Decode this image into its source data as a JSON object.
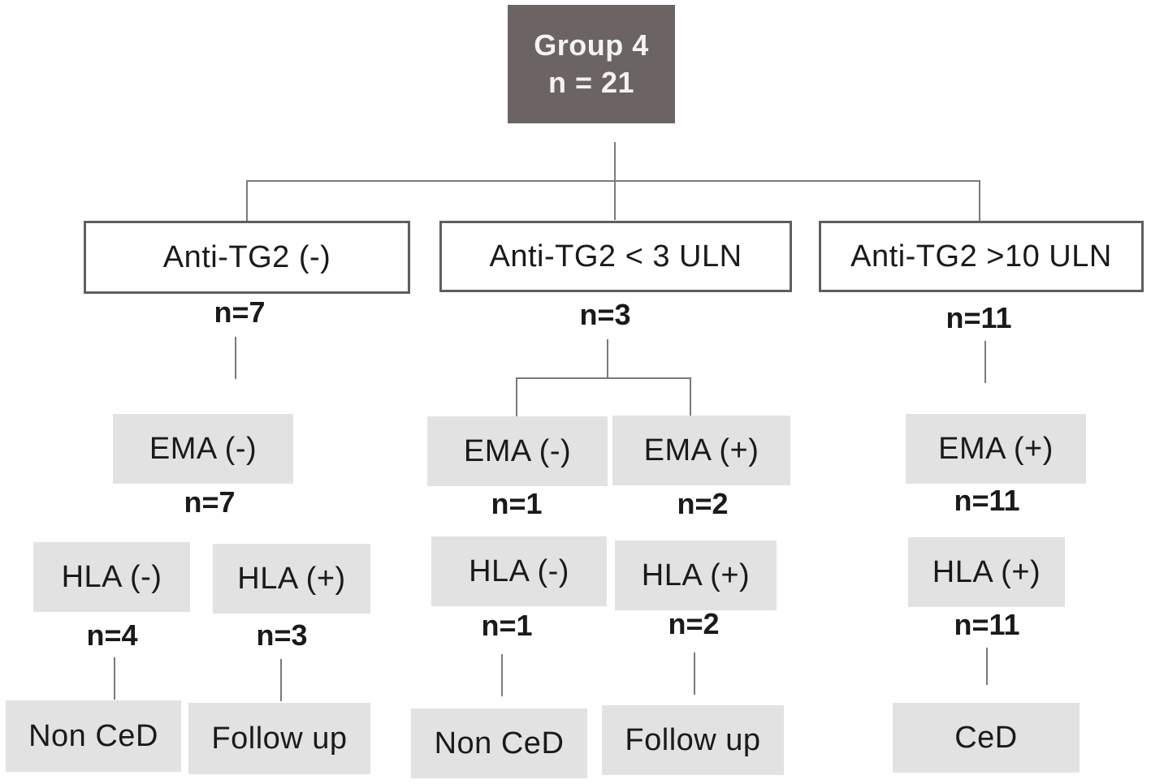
{
  "root": {
    "title": "Group 4",
    "count": "n = 21"
  },
  "branches": [
    {
      "label": "Anti-TG2 (-)",
      "count": "n=7",
      "ema": {
        "label": "EMA (-)",
        "count": "n=7"
      },
      "hla": [
        {
          "label": "HLA (-)",
          "count": "n=4",
          "outcome": "Non CeD"
        },
        {
          "label": "HLA (+)",
          "count": "n=3",
          "outcome": "Follow up"
        }
      ]
    },
    {
      "label": "Anti-TG2 < 3 ULN",
      "count": "n=3",
      "ema": [
        {
          "label": "EMA (-)",
          "count": "n=1"
        },
        {
          "label": "EMA (+)",
          "count": "n=2"
        }
      ],
      "hla": [
        {
          "label": "HLA (-)",
          "count": "n=1",
          "outcome": "Non CeD"
        },
        {
          "label": "HLA (+)",
          "count": "n=2",
          "outcome": "Follow up"
        }
      ]
    },
    {
      "label": "Anti-TG2 >10 ULN",
      "count": "n=11",
      "ema": {
        "label": "EMA (+)",
        "count": "n=11"
      },
      "hla": [
        {
          "label": "HLA (+)",
          "count": "n=11",
          "outcome": "CeD"
        }
      ]
    }
  ],
  "colors": {
    "root_fill": "#6b6462",
    "root_text": "#f4f2f2",
    "gray_fill": "#e2e2e2",
    "outline": "#5e5e5e",
    "connector": "#7a7a7a"
  }
}
